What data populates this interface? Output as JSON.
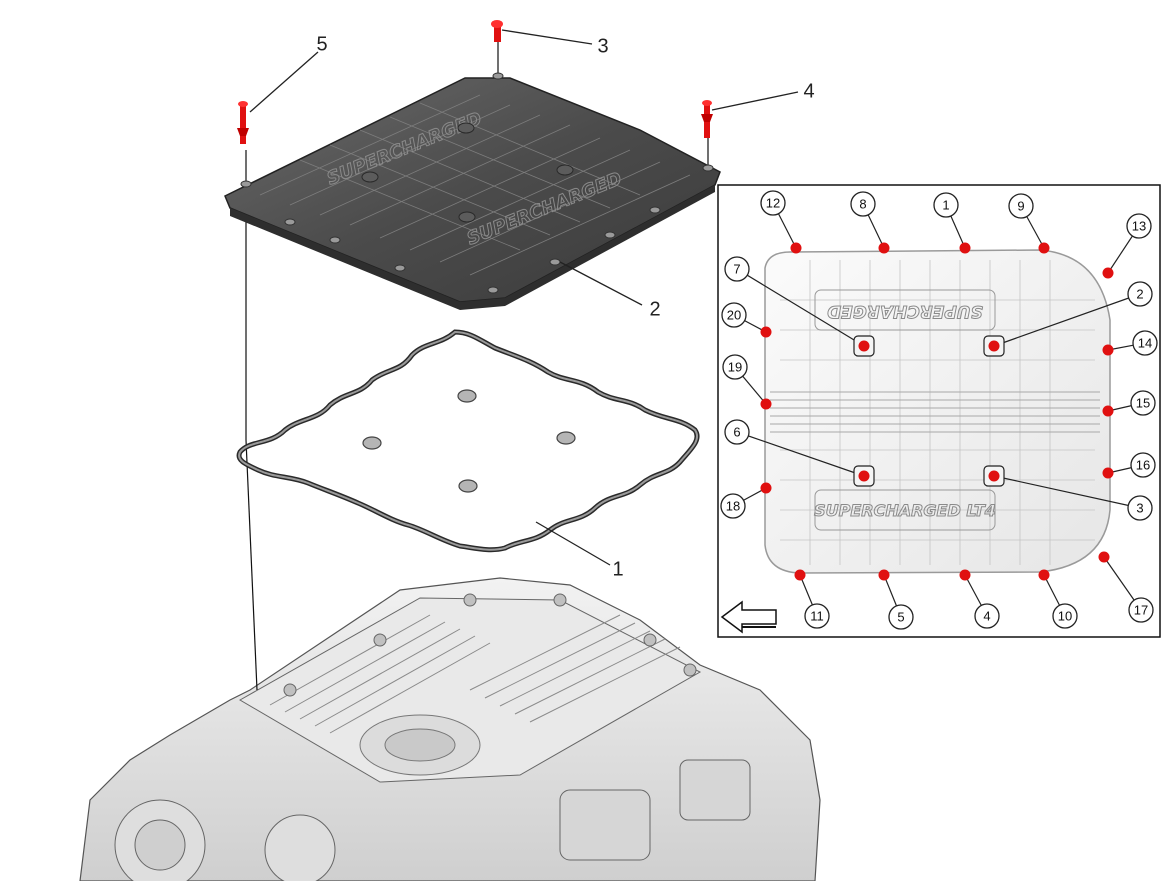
{
  "exploded_view": {
    "callouts": [
      {
        "id": "cover",
        "label": "2"
      },
      {
        "id": "gasket",
        "label": "1"
      },
      {
        "id": "bolt_center",
        "label": "3"
      },
      {
        "id": "bolt_right",
        "label": "4"
      },
      {
        "id": "bolt_left",
        "label": "5"
      }
    ]
  },
  "tightening_sequence": {
    "perimeter_points": [
      "1",
      "2",
      "3",
      "4",
      "5",
      "6",
      "7",
      "8",
      "9",
      "10",
      "11",
      "12",
      "13",
      "14",
      "15",
      "16",
      "17",
      "18",
      "19",
      "20"
    ],
    "cover_emboss_top": "SUPERCHARGED",
    "cover_emboss_bottom": "SUPERCHARGED LT4",
    "direction_arrow": "front-arrow-icon"
  },
  "colors": {
    "fastener_red": "#e01010",
    "cover_dark": "#4a4a4a",
    "outline": "#111111"
  }
}
